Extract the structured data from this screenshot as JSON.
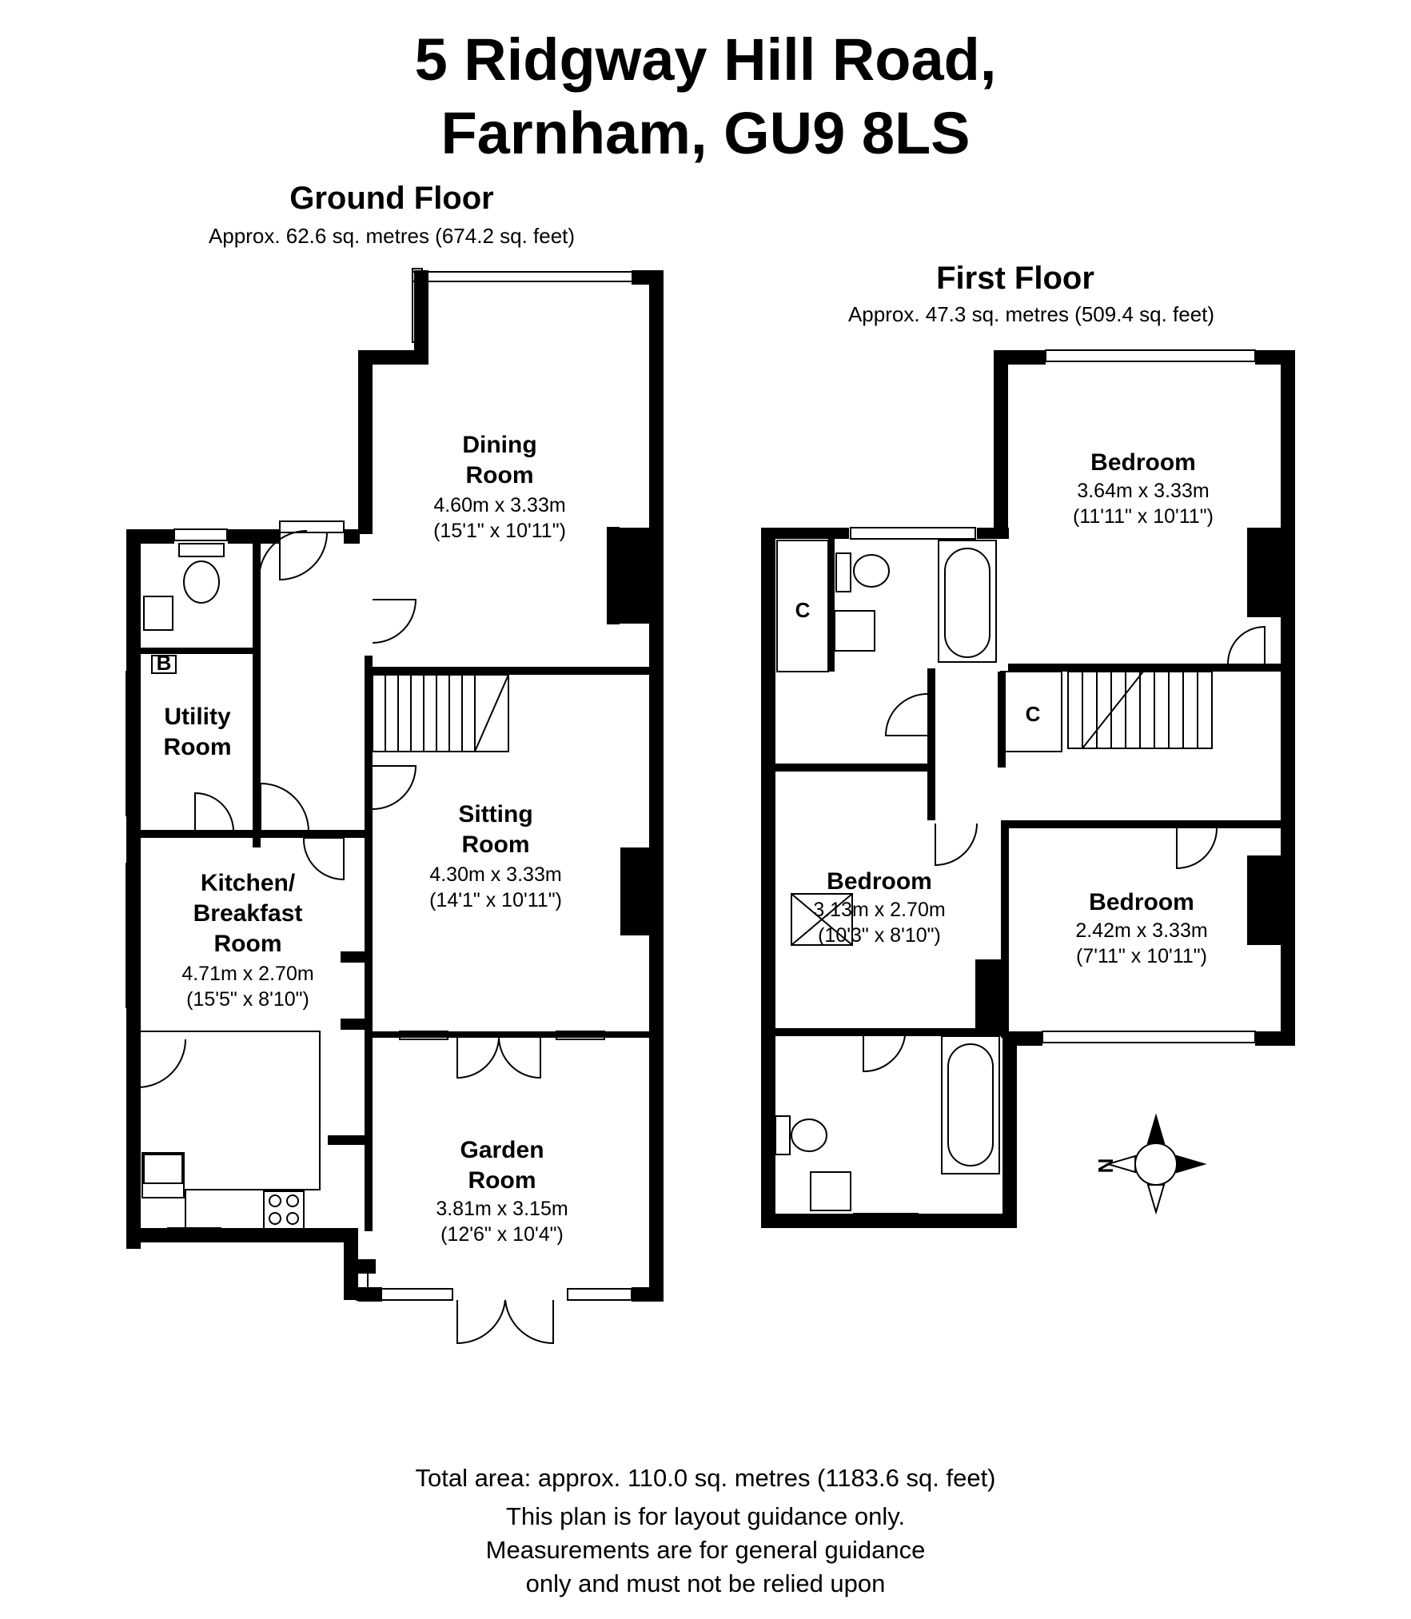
{
  "title": {
    "line1": "5 Ridgway Hill Road,",
    "line2": "Farnham, GU9 8LS"
  },
  "ground_floor": {
    "heading": "Ground Floor",
    "area": "Approx.  62.6 sq. metres (674.2 sq. feet)",
    "rooms": {
      "dining": {
        "name1": "Dining",
        "name2": "Room",
        "metric": "4.60m x 3.33m",
        "imperial": "(15'1\" x 10'11\")"
      },
      "sitting": {
        "name1": "Sitting",
        "name2": "Room",
        "metric": "4.30m x 3.33m",
        "imperial": "(14'1\" x 10'11\")"
      },
      "kitchen": {
        "name1": "Kitchen/",
        "name2": "Breakfast",
        "name3": "Room",
        "metric": "4.71m x 2.70m",
        "imperial": "(15'5\" x 8'10\")"
      },
      "utility": {
        "name1": "Utility",
        "name2": "Room"
      },
      "garden": {
        "name1": "Garden",
        "name2": "Room",
        "metric": "3.81m x 3.15m",
        "imperial": "(12'6\" x 10'4\")"
      }
    },
    "boiler_label": "B"
  },
  "first_floor": {
    "heading": "First Floor",
    "area": "Approx.  47.3 sq. metres (509.4 sq. feet)",
    "rooms": {
      "bedroom1": {
        "name": "Bedroom",
        "metric": "3.64m x 3.33m",
        "imperial": "(11'11\" x 10'11\")"
      },
      "bedroom2": {
        "name": "Bedroom",
        "metric": "3.13m x 2.70m",
        "imperial": "(10'3\" x 8'10\")"
      },
      "bedroom3": {
        "name": "Bedroom",
        "metric": "2.42m x 3.33m",
        "imperial": "(7'11\" x 10'11\")"
      }
    },
    "cupboard_label": "C"
  },
  "compass_label": "N",
  "footer": {
    "total": "Total area: approx. 110.0 sq. metres (1183.6 sq. feet)",
    "line2": "This plan is for layout guidance only.",
    "line3": "Measurements are for general guidance",
    "line4": "only and must not be relied upon"
  }
}
